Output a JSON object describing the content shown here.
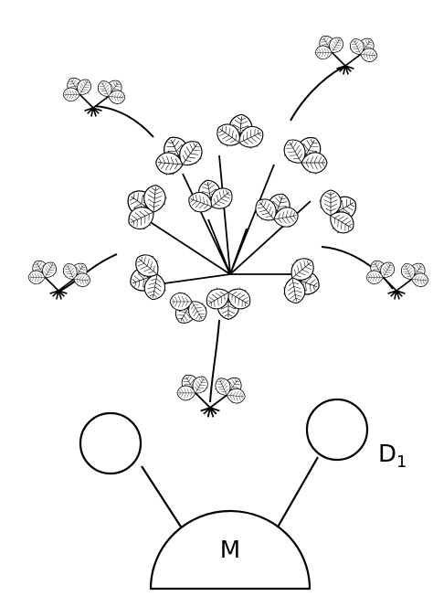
{
  "labels": {
    "mother": "M",
    "daughter_prefix": "D",
    "daughter_index": "1"
  },
  "colors": {
    "ink": "#000000",
    "paper": "#ffffff"
  }
}
